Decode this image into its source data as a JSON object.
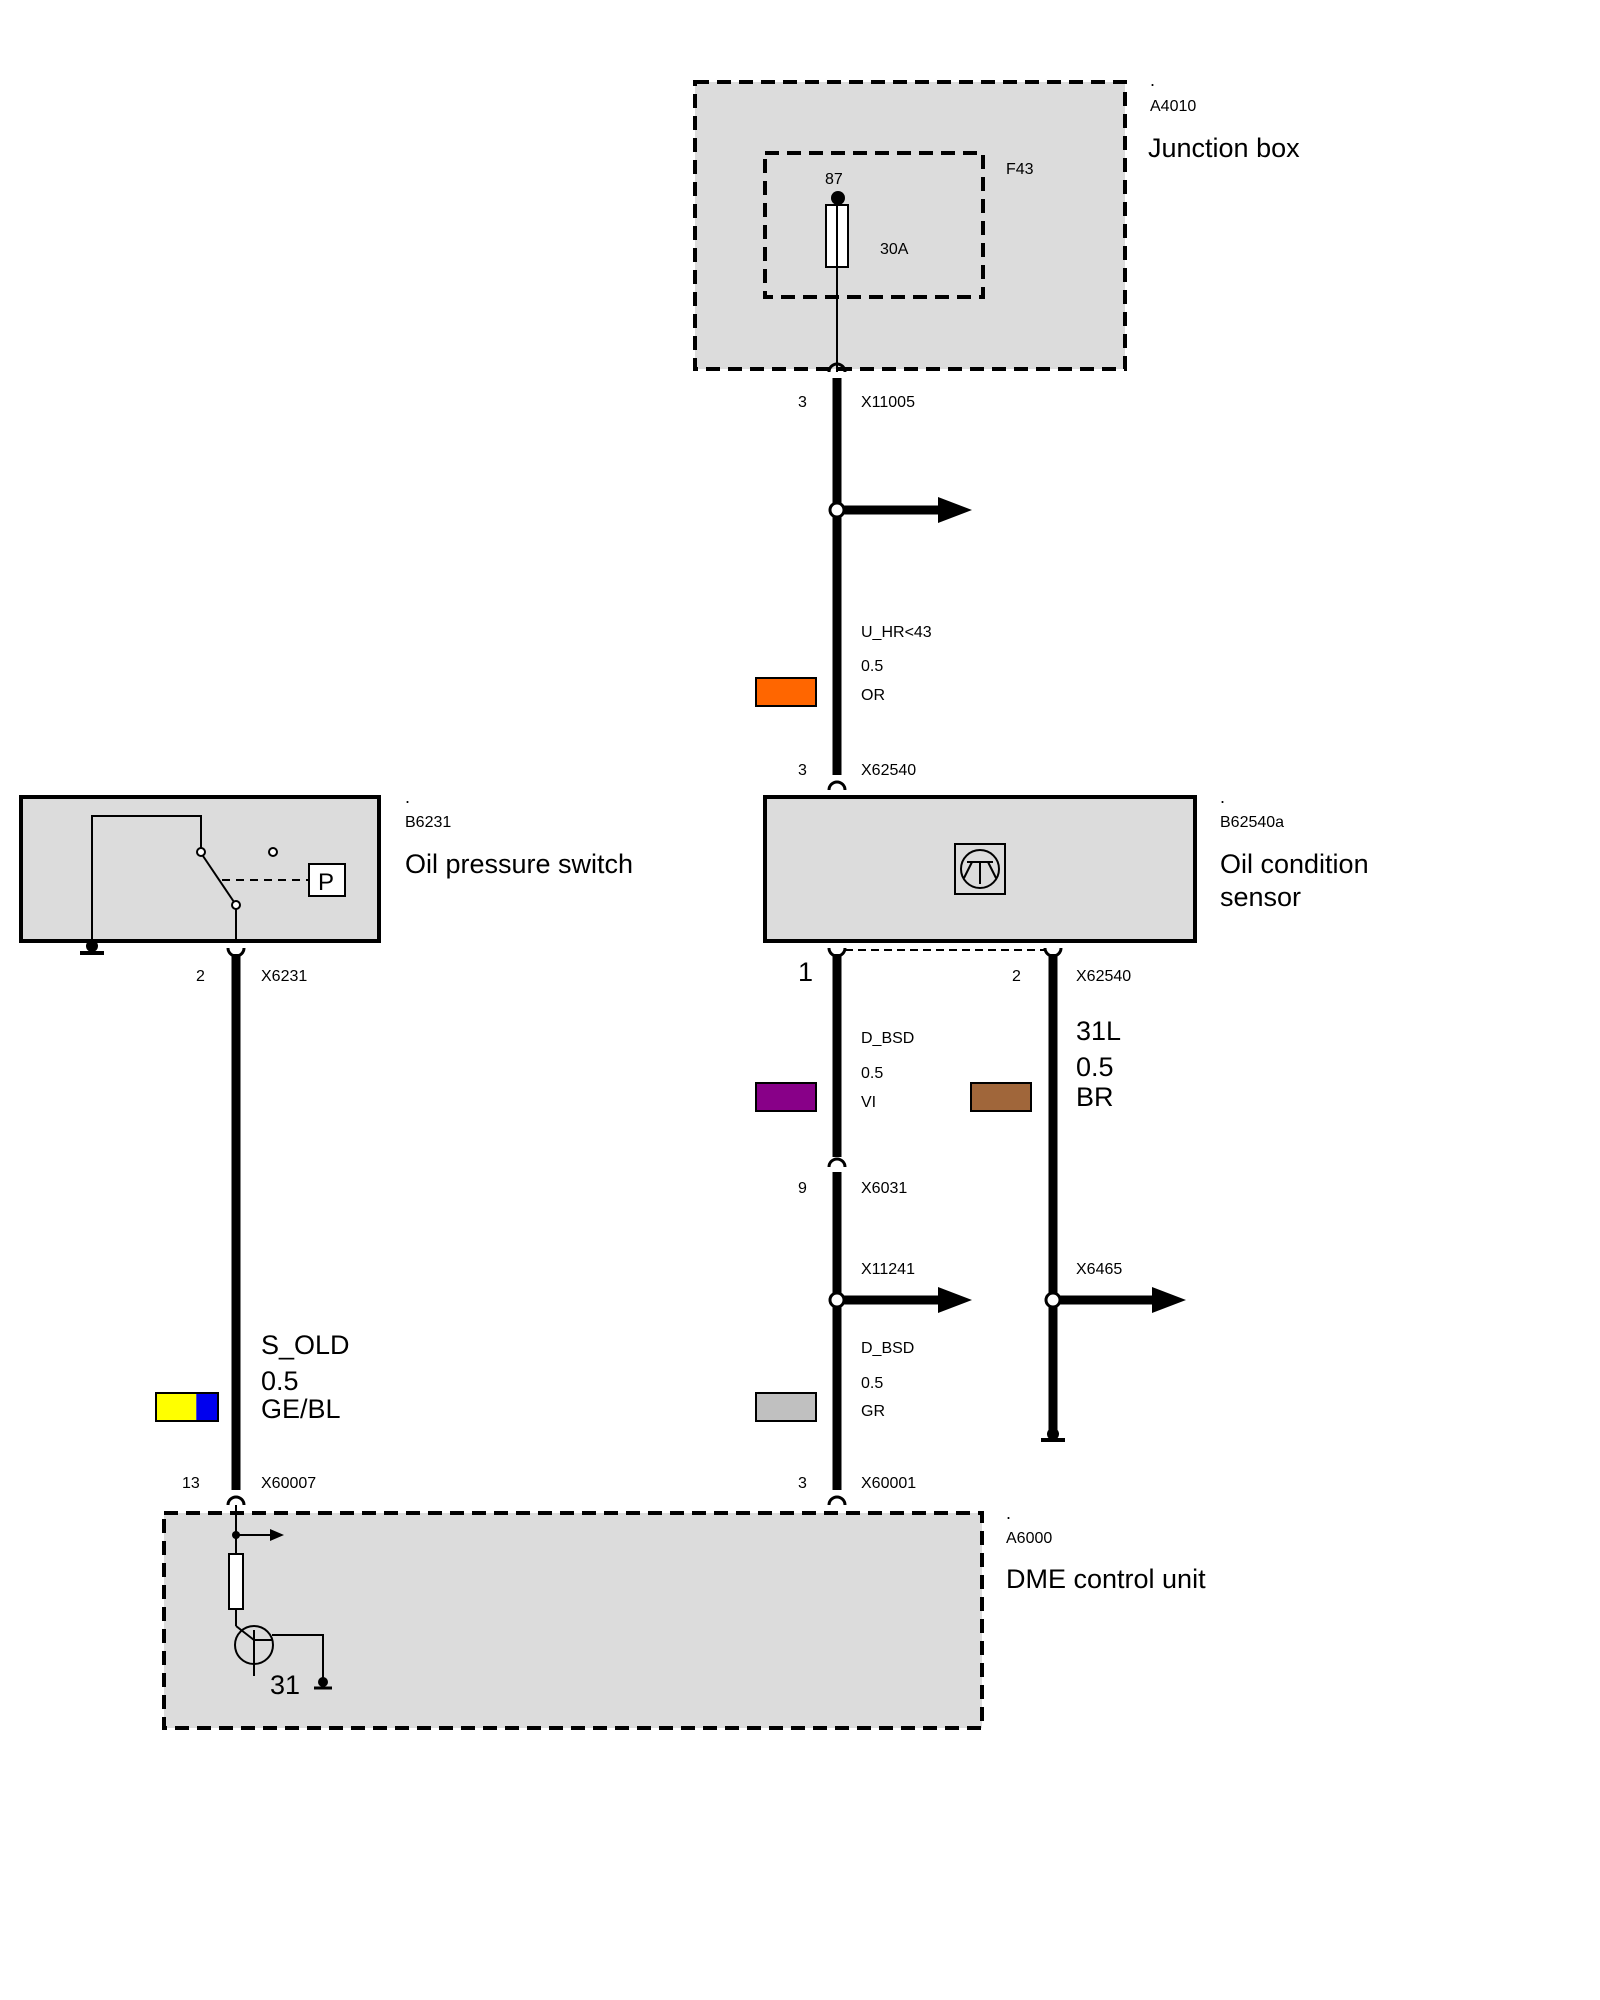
{
  "components": {
    "junction_box": {
      "dot": ".",
      "code": "A4010",
      "name": "Junction box",
      "fuse_name": "F43",
      "fuse_pin": "87",
      "fuse_rating": "30A"
    },
    "oil_pressure_switch": {
      "dot": ".",
      "code": "B6231",
      "name": "Oil pressure switch",
      "pressure_symbol": "P"
    },
    "oil_condition_sensor": {
      "dot": ".",
      "code": "B62540a",
      "name_line1": "Oil condition",
      "name_line2": "sensor"
    },
    "dme_control_unit": {
      "dot": ".",
      "code": "A6000",
      "name": "DME control unit",
      "ground_label": "31"
    }
  },
  "connectors": {
    "x11005": {
      "pin": "3",
      "name": "X11005"
    },
    "x62540_top": {
      "pin": "3",
      "name": "X62540"
    },
    "x6231": {
      "pin": "2",
      "name": "X6231"
    },
    "x62540_pin1": {
      "pin": "1"
    },
    "x62540_pin2": {
      "pin": "2",
      "name": "X62540"
    },
    "x6031": {
      "pin": "9",
      "name": "X6031"
    },
    "x11241": {
      "name": "X11241"
    },
    "x6465": {
      "name": "X6465"
    },
    "x60007": {
      "pin": "13",
      "name": "X60007"
    },
    "x60001": {
      "pin": "3",
      "name": "X60001"
    }
  },
  "wires": {
    "u_hr": {
      "signal": "U_HR<43",
      "size": "0.5",
      "color_code": "OR",
      "swatch": [
        "#ff6600"
      ]
    },
    "d_bsd_upper": {
      "signal": "D_BSD",
      "size": "0.5",
      "color_code": "VI",
      "swatch": [
        "#880088"
      ]
    },
    "w_31l": {
      "signal": "31L",
      "size": "0.5",
      "color_code": "BR",
      "swatch": [
        "#a0663a"
      ]
    },
    "d_bsd_lower": {
      "signal": "D_BSD",
      "size": "0.5",
      "color_code": "GR",
      "swatch": [
        "#c0c0c0"
      ]
    },
    "s_old": {
      "signal": "S_OLD",
      "size": "0.5",
      "color_code": "GE/BL",
      "swatch": [
        "#ffff00",
        "#0000ee"
      ]
    }
  }
}
